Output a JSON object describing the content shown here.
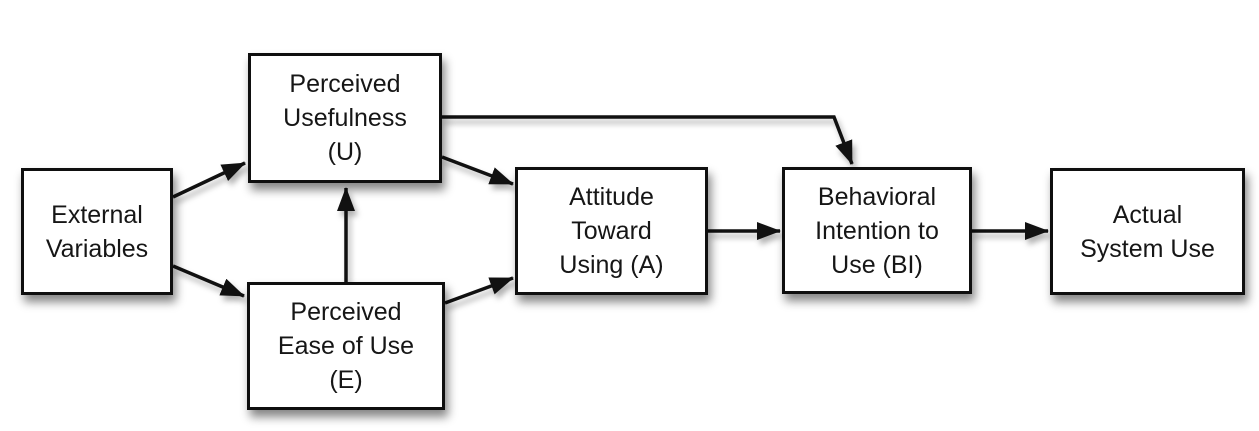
{
  "diagram": {
    "kind": "flowchart",
    "nodes": [
      {
        "id": "external-variables",
        "label": "External\nVariables"
      },
      {
        "id": "perceived-usefulness",
        "label": "Perceived\nUsefulness\n(U)"
      },
      {
        "id": "perceived-ease-of-use",
        "label": "Perceived\nEase of Use\n(E)"
      },
      {
        "id": "attitude-toward-using",
        "label": "Attitude\nToward\nUsing (A)"
      },
      {
        "id": "behavioral-intention-to-use",
        "label": "Behavioral\nIntention to\nUse (BI)"
      },
      {
        "id": "actual-system-use",
        "label": "Actual\nSystem Use"
      }
    ],
    "edges": [
      {
        "from": "external-variables",
        "to": "perceived-usefulness"
      },
      {
        "from": "external-variables",
        "to": "perceived-ease-of-use"
      },
      {
        "from": "perceived-ease-of-use",
        "to": "perceived-usefulness"
      },
      {
        "from": "perceived-usefulness",
        "to": "attitude-toward-using"
      },
      {
        "from": "perceived-ease-of-use",
        "to": "attitude-toward-using"
      },
      {
        "from": "perceived-usefulness",
        "to": "behavioral-intention-to-use"
      },
      {
        "from": "attitude-toward-using",
        "to": "behavioral-intention-to-use"
      },
      {
        "from": "behavioral-intention-to-use",
        "to": "actual-system-use"
      }
    ],
    "colors": {
      "background": "#ffffff",
      "box_fill": "#ffffff",
      "box_border": "#111111",
      "arrow": "#111111",
      "text": "#161616"
    }
  }
}
